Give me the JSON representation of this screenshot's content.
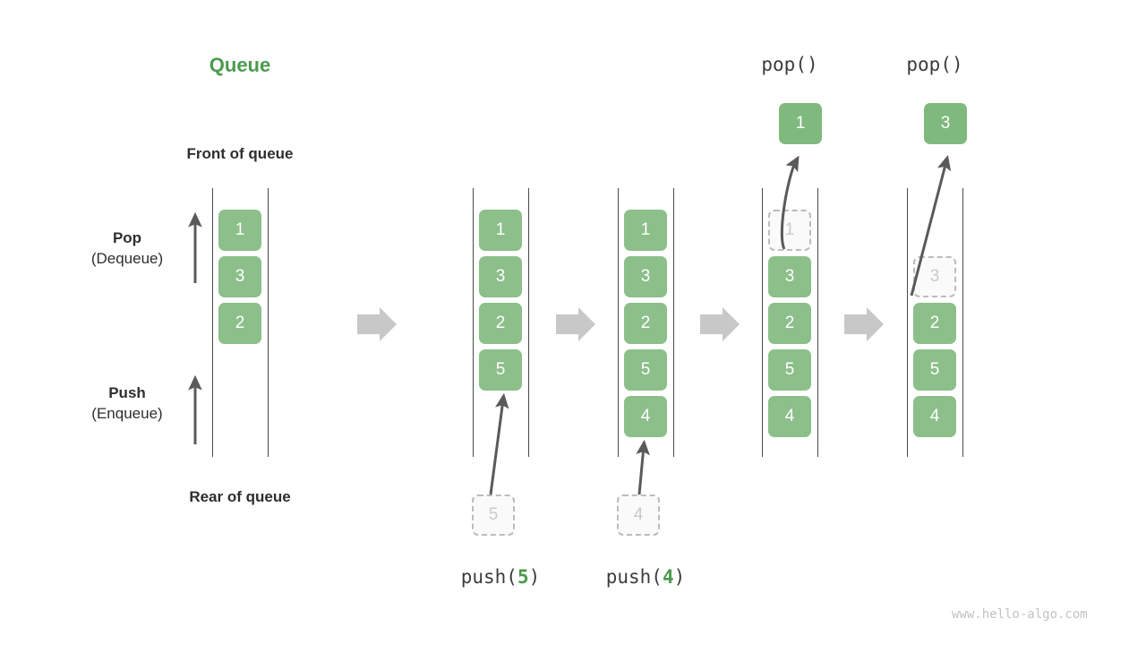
{
  "title": "Queue",
  "labels": {
    "front": "Front of queue",
    "rear": "Rear of queue",
    "pop_line1": "Pop",
    "pop_line2": "(Dequeue)",
    "push_line1": "Push",
    "push_line2": "(Enqueue)"
  },
  "colors": {
    "element_green": "#8cbf8a",
    "title_green": "#4c9a4d",
    "ghost_gray": "#c9c9c9",
    "rail_gray": "#4a4a4a",
    "arrow_gray": "#5a5a5a",
    "step_arrow_gray": "#c8c8c8",
    "watermark_gray": "#c2c2c2"
  },
  "stages": [
    {
      "name": "initial",
      "cells": [
        "1",
        "3",
        "2"
      ],
      "ghost_index": null,
      "caption": null,
      "caption_arg": null,
      "top_label": null,
      "popped_value": null,
      "incoming_value": null
    },
    {
      "name": "push-5",
      "cells": [
        "1",
        "3",
        "2",
        "5"
      ],
      "ghost_index": null,
      "caption": "push(",
      "caption_arg": "5",
      "caption_end": ")",
      "top_label": null,
      "popped_value": null,
      "incoming_value": "5"
    },
    {
      "name": "push-4",
      "cells": [
        "1",
        "3",
        "2",
        "5",
        "4"
      ],
      "ghost_index": null,
      "caption": "push(",
      "caption_arg": "4",
      "caption_end": ")",
      "top_label": null,
      "popped_value": null,
      "incoming_value": "4"
    },
    {
      "name": "pop-1",
      "cells": [
        "1",
        "3",
        "2",
        "5",
        "4"
      ],
      "ghost_index": 0,
      "caption": null,
      "caption_arg": null,
      "top_label": "pop()",
      "popped_value": "1",
      "incoming_value": null
    },
    {
      "name": "pop-3",
      "cells": [
        "",
        "3",
        "2",
        "5",
        "4"
      ],
      "ghost_index": 1,
      "caption": null,
      "caption_arg": null,
      "top_label": "pop()",
      "popped_value": "3",
      "incoming_value": null
    }
  ],
  "watermark": "www.hello-algo.com"
}
